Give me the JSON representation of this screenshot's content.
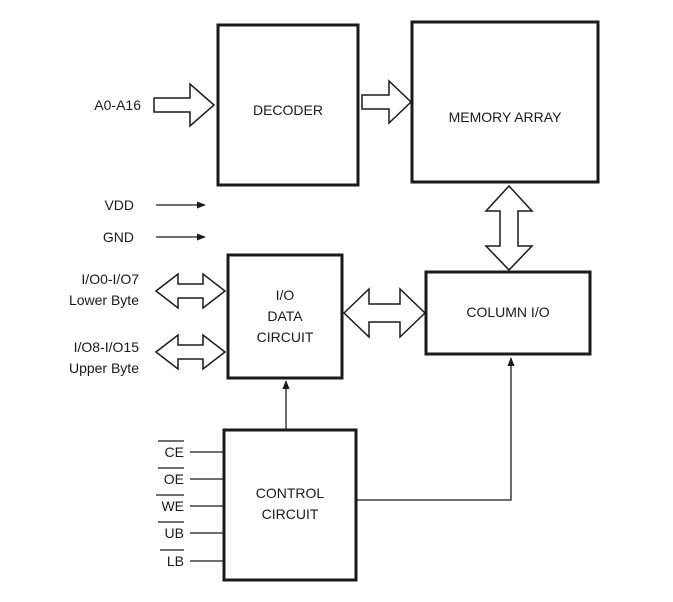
{
  "blocks": {
    "decoder": "DECODER",
    "memory_array": "MEMORY ARRAY",
    "io_data_circuit": [
      "I/O",
      "DATA",
      "CIRCUIT"
    ],
    "column_io": "COLUMN I/O",
    "control_circuit": [
      "CONTROL",
      "CIRCUIT"
    ]
  },
  "signals": {
    "address": "A0-A16",
    "vdd": "VDD",
    "gnd": "GND",
    "io_lower": [
      "I/O0-I/O7",
      "Lower Byte"
    ],
    "io_upper": [
      "I/O8-I/O15",
      "Upper Byte"
    ],
    "control_inputs": [
      "CE",
      "OE",
      "WE",
      "UB",
      "LB"
    ]
  },
  "colors": {
    "line": "#1a1a1a",
    "fill": "#ffffff"
  }
}
